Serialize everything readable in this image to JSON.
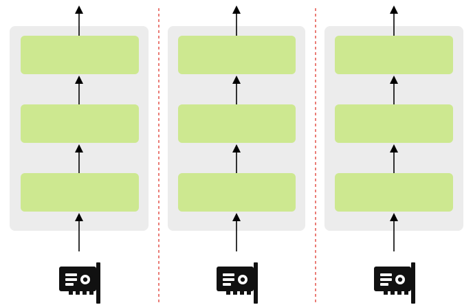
{
  "diagram": {
    "columns": [
      {
        "layers": 3,
        "device_icon": "gpu-card-icon"
      },
      {
        "layers": 3,
        "device_icon": "gpu-card-icon"
      },
      {
        "layers": 3,
        "device_icon": "gpu-card-icon"
      }
    ],
    "colors": {
      "panel": "#ececec",
      "layer": "#cde890",
      "arrow": "#000000",
      "divider": "#e0443c",
      "icon": "#111111"
    }
  }
}
